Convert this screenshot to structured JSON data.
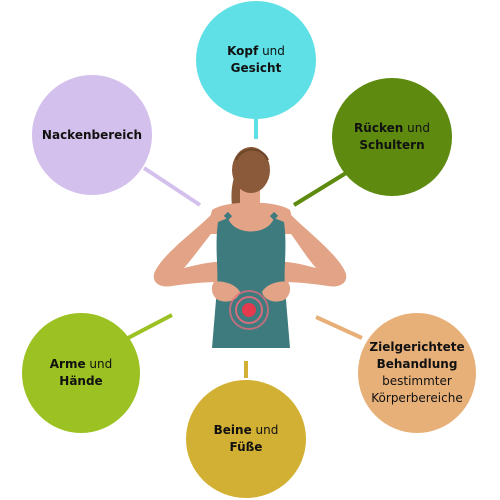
{
  "diagram": {
    "center": {
      "figure": "woman-back-pain-illustration"
    },
    "nodes": [
      {
        "id": "head",
        "bold": "Kopf",
        "normal": " und",
        "bold2": "Gesicht",
        "color": "#5ee0e6"
      },
      {
        "id": "back",
        "bold": "Rücken",
        "normal": " und",
        "bold2": "Schultern",
        "color": "#5d8a0f"
      },
      {
        "id": "targeted",
        "bold": "Zielgerichtete Behandlung",
        "normal": "bestimmter Körperbereiche",
        "bold2": "",
        "color": "#e8b079"
      },
      {
        "id": "legs",
        "bold": "Beine",
        "normal": " und",
        "bold2": "Füße",
        "color": "#d2b033"
      },
      {
        "id": "arms",
        "bold": "Arme",
        "normal": " und",
        "bold2": "Hände",
        "color": "#9bc122"
      },
      {
        "id": "neck",
        "bold": "Nackenbereich",
        "normal": "",
        "bold2": "",
        "color": "#d4c0ec"
      }
    ]
  }
}
